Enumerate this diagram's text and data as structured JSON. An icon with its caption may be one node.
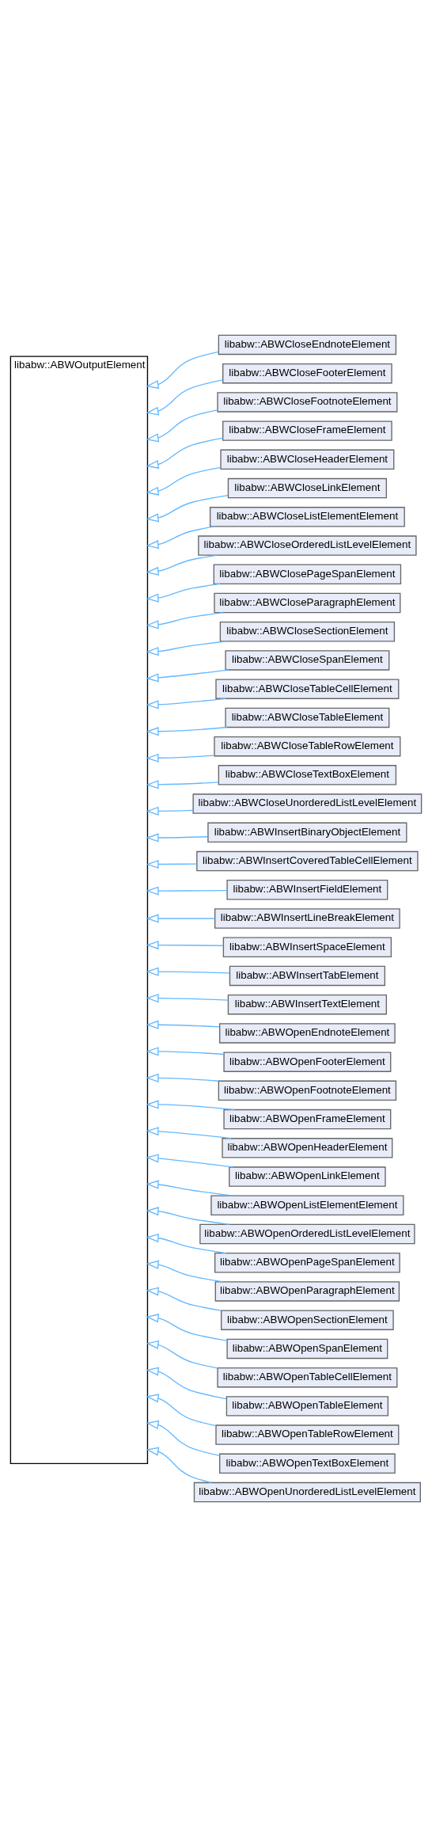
{
  "diagram": {
    "nodes": [
      {
        "text": [
          "libabw::ABWOutputElement"
        ]
      },
      {
        "text": [
          "libabw::ABWCloseEndnoteElement"
        ]
      },
      {
        "text": [
          "libabw::ABWCloseFooterElement"
        ]
      },
      {
        "text": [
          "libabw::ABWCloseFootnoteElement"
        ]
      },
      {
        "text": [
          "libabw::ABWCloseFrameElement"
        ]
      },
      {
        "text": [
          "libabw::ABWCloseHeaderElement"
        ]
      },
      {
        "text": [
          "libabw::ABWCloseLinkElement"
        ]
      },
      {
        "text": [
          "libabw::ABWCloseListElementElement"
        ]
      },
      {
        "text": [
          "libabw::ABWCloseOrderedListLevelElement"
        ]
      },
      {
        "text": [
          "libabw::ABWClosePageSpanElement"
        ]
      },
      {
        "text": [
          "libabw::ABWCloseParagraphElement"
        ]
      },
      {
        "text": [
          "libabw::ABWCloseSectionElement"
        ]
      },
      {
        "text": [
          "libabw::ABWCloseSpanElement"
        ]
      },
      {
        "text": [
          "libabw::ABWCloseTableCellElement"
        ]
      },
      {
        "text": [
          "libabw::ABWCloseTableElement"
        ]
      },
      {
        "text": [
          "libabw::ABWCloseTableRowElement"
        ]
      },
      {
        "text": [
          "libabw::ABWCloseTextBoxElement"
        ]
      },
      {
        "text": [
          "libabw::ABWCloseUnorderedListLevelElement"
        ]
      },
      {
        "text": [
          "libabw::ABWInsertBinaryObjectElement"
        ]
      },
      {
        "text": [
          "libabw::ABWInsertCoveredTableCellElement"
        ]
      },
      {
        "text": [
          "libabw::ABWInsertFieldElement"
        ]
      },
      {
        "text": [
          "libabw::ABWInsertLineBreakElement"
        ]
      },
      {
        "text": [
          "libabw::ABWInsertSpaceElement"
        ]
      },
      {
        "text": [
          "libabw::ABWInsertTabElement"
        ]
      },
      {
        "text": [
          "libabw::ABWInsertTextElement"
        ]
      },
      {
        "text": [
          "libabw::ABWOpenEndnoteElement"
        ]
      },
      {
        "text": [
          "libabw::ABWOpenFooterElement"
        ]
      },
      {
        "text": [
          "libabw::ABWOpenFootnoteElement"
        ]
      },
      {
        "text": [
          "libabw::ABWOpenFrameElement"
        ]
      },
      {
        "text": [
          "libabw::ABWOpenHeaderElement"
        ]
      },
      {
        "text": [
          "libabw::ABWOpenLinkElement"
        ]
      },
      {
        "text": [
          "libabw::ABWOpenListElementElement"
        ]
      },
      {
        "text": [
          "libabw::ABWOpenOrderedListLevelElement"
        ]
      },
      {
        "text": [
          "libabw::ABWOpenPageSpanElement"
        ]
      },
      {
        "text": [
          "libabw::ABWOpenParagraphElement"
        ]
      },
      {
        "text": [
          "libabw::ABWOpenSectionElement"
        ]
      },
      {
        "text": [
          "libabw::ABWOpenSpanElement"
        ]
      },
      {
        "text": [
          "libabw::ABWOpenTableCellElement"
        ]
      },
      {
        "text": [
          "libabw::ABWOpenTableElement"
        ]
      },
      {
        "text": [
          "libabw::ABWOpenTableRowElement"
        ]
      },
      {
        "text": [
          "libabw::ABWOpenTextBoxElement"
        ]
      },
      {
        "text": [
          "libabw::ABWOpenUnorderedListLevelElement"
        ]
      }
    ],
    "edges": [
      {
        "from": 1,
        "to": 0,
        "arrow": "to"
      },
      {
        "from": 2,
        "to": 0,
        "arrow": "to"
      },
      {
        "from": 3,
        "to": 0,
        "arrow": "to"
      },
      {
        "from": 4,
        "to": 0,
        "arrow": "to"
      },
      {
        "from": 5,
        "to": 0,
        "arrow": "to"
      },
      {
        "from": 6,
        "to": 0,
        "arrow": "to"
      },
      {
        "from": 7,
        "to": 0,
        "arrow": "to"
      },
      {
        "from": 8,
        "to": 0,
        "arrow": "to"
      },
      {
        "from": 9,
        "to": 0,
        "arrow": "to"
      },
      {
        "from": 10,
        "to": 0,
        "arrow": "to"
      },
      {
        "from": 11,
        "to": 0,
        "arrow": "to"
      },
      {
        "from": 12,
        "to": 0,
        "arrow": "to"
      },
      {
        "from": 13,
        "to": 0,
        "arrow": "to"
      },
      {
        "from": 14,
        "to": 0,
        "arrow": "to"
      },
      {
        "from": 15,
        "to": 0,
        "arrow": "to"
      },
      {
        "from": 16,
        "to": 0,
        "arrow": "to"
      },
      {
        "from": 17,
        "to": 0,
        "arrow": "to"
      },
      {
        "from": 18,
        "to": 0,
        "arrow": "to"
      },
      {
        "from": 19,
        "to": 0,
        "arrow": "to"
      },
      {
        "from": 20,
        "to": 0,
        "arrow": "to"
      },
      {
        "from": 21,
        "to": 0,
        "arrow": "to"
      },
      {
        "from": 22,
        "to": 0,
        "arrow": "to"
      },
      {
        "from": 23,
        "to": 0,
        "arrow": "to"
      },
      {
        "from": 24,
        "to": 0,
        "arrow": "to"
      },
      {
        "from": 25,
        "to": 0,
        "arrow": "to"
      },
      {
        "from": 26,
        "to": 0,
        "arrow": "to"
      },
      {
        "from": 27,
        "to": 0,
        "arrow": "to"
      },
      {
        "from": 28,
        "to": 0,
        "arrow": "to"
      },
      {
        "from": 29,
        "to": 0,
        "arrow": "to"
      },
      {
        "from": 30,
        "to": 0,
        "arrow": "to"
      },
      {
        "from": 31,
        "to": 0,
        "arrow": "to"
      },
      {
        "from": 32,
        "to": 0,
        "arrow": "to"
      },
      {
        "from": 33,
        "to": 0,
        "arrow": "to"
      },
      {
        "from": 34,
        "to": 0,
        "arrow": "to"
      },
      {
        "from": 35,
        "to": 0,
        "arrow": "to"
      },
      {
        "from": 36,
        "to": 0,
        "arrow": "to"
      },
      {
        "from": 37,
        "to": 0,
        "arrow": "to"
      },
      {
        "from": 38,
        "to": 0,
        "arrow": "to"
      },
      {
        "from": 39,
        "to": 0,
        "arrow": "to"
      },
      {
        "from": 40,
        "to": 0,
        "arrow": "to"
      },
      {
        "from": 41,
        "to": 0,
        "arrow": "to"
      }
    ]
  }
}
